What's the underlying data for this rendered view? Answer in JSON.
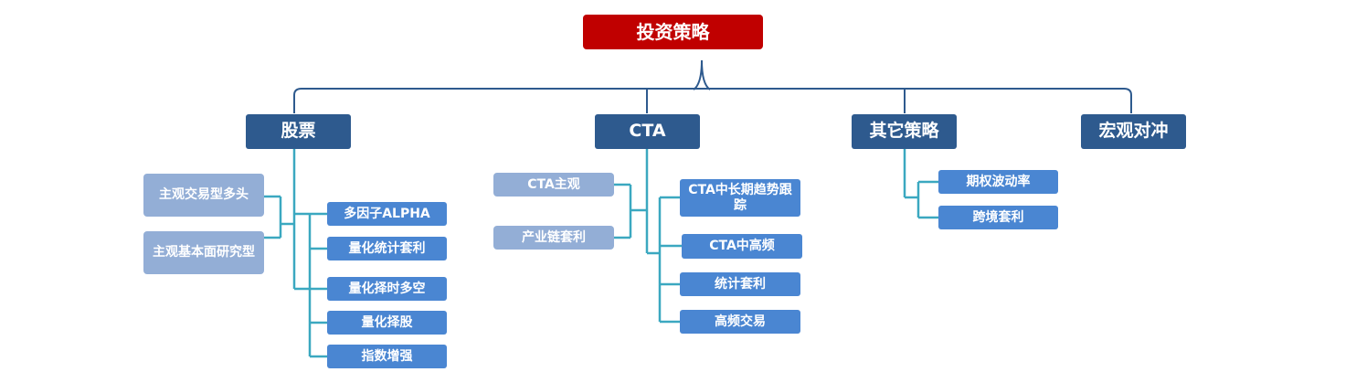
{
  "root": {
    "label": "投资策略"
  },
  "categories": {
    "stock": {
      "label": "股票"
    },
    "cta": {
      "label": "CTA"
    },
    "other": {
      "label": "其它策略"
    },
    "macro": {
      "label": "宏观对冲"
    }
  },
  "stock": {
    "subjective": [
      "主观交易型多头",
      "主观基本面研究型"
    ],
    "quant": [
      "多因子ALPHA",
      "量化统计套利",
      "量化择时多空",
      "量化择股",
      "指数增强"
    ]
  },
  "cta": {
    "left": [
      "CTA主观",
      "产业链套利"
    ],
    "right": [
      "CTA中长期趋势跟踪",
      "CTA中高频",
      "统计套利",
      "高频交易"
    ]
  },
  "other": {
    "items": [
      "期权波动率",
      "跨境套利"
    ]
  },
  "colors": {
    "root": "#c00000",
    "category": "#2e5a8e",
    "sub_light": "#93aed6",
    "sub_dark": "#4a86d2",
    "connector_top": "#2e5a8e",
    "connector_sub": "#3ba8c0"
  }
}
